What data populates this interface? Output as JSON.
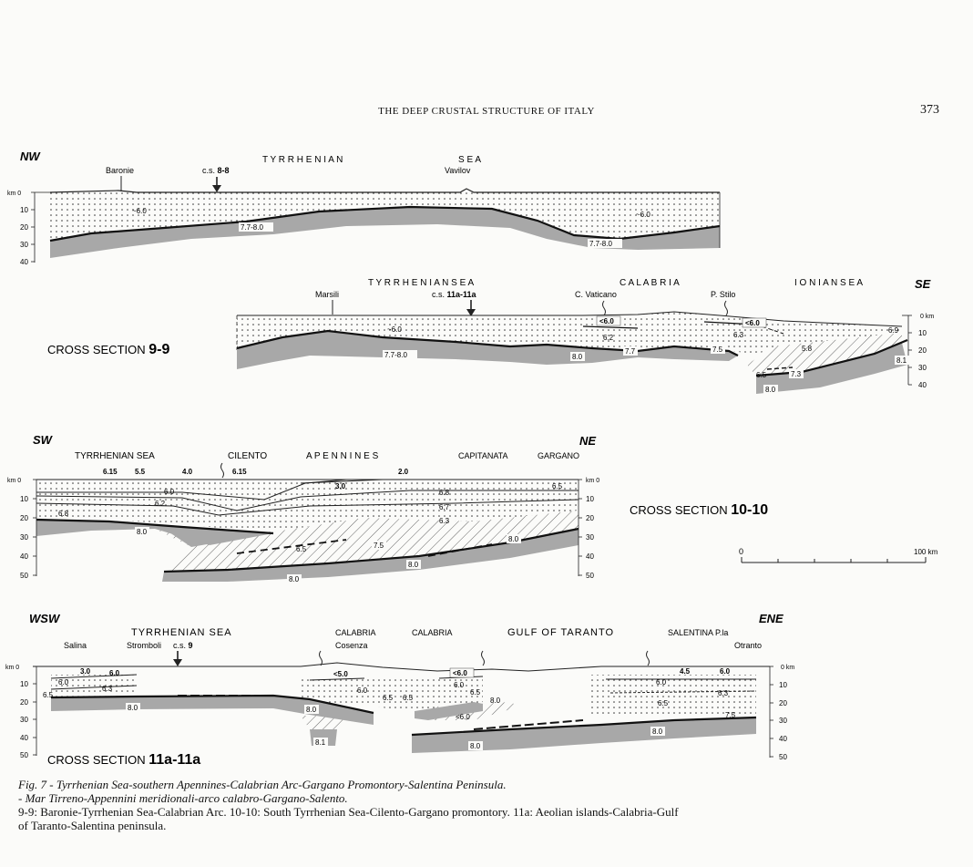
{
  "page": {
    "header_title": "THE DEEP CRUSTAL STRUCTURE OF ITALY",
    "page_number": "373"
  },
  "figure": {
    "cs9": {
      "label": "CROSS SECTION ",
      "label_num": "9-9",
      "upper": {
        "nw": "NW",
        "sea": "T Y R R H E N I A N",
        "sea2": "S E A",
        "baronie": "Baronie",
        "cs_ref_a": "c.s. ",
        "cs_ref_b": "8-8",
        "vavilov": "Vavilov",
        "depth_ticks": [
          "km 0",
          "10",
          "20",
          "30",
          "40"
        ],
        "vel_a": "~6.0",
        "vel_b": "~6.0",
        "vel_c": "7.7-8.0",
        "vel_d": "7.7-8.0"
      },
      "lower": {
        "title1": "T Y R R H E N I A N    S E A",
        "title2": "C A L A B R I A",
        "title3": "I O N I A N   S E A",
        "se": "SE",
        "marsili": "Marsili",
        "cs_ref_a": "c.s. ",
        "cs_ref_b": "11a-11a",
        "vaticano": "C. Vaticano",
        "stilo": "P. Stilo",
        "depth_ticks": [
          "0 km",
          "10",
          "20",
          "30",
          "40"
        ],
        "vels": [
          "~6.0",
          "<6.0",
          "6.2",
          "<6.0",
          "6.3",
          "6.9",
          "5.8",
          "7.7-8.0",
          "8.0",
          "7.7",
          "7.5",
          "6.5",
          "7.3",
          "8.1",
          "8.0"
        ]
      }
    },
    "cs10": {
      "label": "CROSS SECTION ",
      "label_num": "10-10",
      "sw": "SW",
      "ne": "NE",
      "tyrr": "TYRRHENIAN SEA",
      "cilento": "CILENTO",
      "apennines": "A P E N N I N E S",
      "capitanata": "CAPITANATA",
      "gargano": "GARGANO",
      "depth_ticks_left": [
        "km 0",
        "10",
        "20",
        "30",
        "40",
        "50"
      ],
      "depth_ticks_right": [
        "km 0",
        "10",
        "20",
        "30",
        "40",
        "50"
      ],
      "vels": [
        "6.15",
        "5.5",
        "4.0",
        "6.15",
        "2.0",
        "6.0",
        "3.0",
        "6.8",
        "6.5",
        "6.2",
        "6.7",
        "6.8",
        "6.3",
        "8.0",
        "6.5",
        "7.5",
        "8.0",
        "8.0",
        "8.0"
      ]
    },
    "scale": {
      "start": "0",
      "end": "100 km"
    },
    "cs11": {
      "label": "CROSS SECTION ",
      "label_num": "11a-11a",
      "wsw": "WSW",
      "ene": "ENE",
      "tyrr": "TYRRHENIAN SEA",
      "salina": "Salina",
      "stromboli": "Stromboli",
      "cs_ref_a": "c.s. ",
      "cs_ref_b": "9",
      "calabria1": "CALABRIA",
      "cosenza": "Cosenza",
      "calabria2": "CALABRIA",
      "gulf": "GULF OF TARANTO",
      "salentina": "SALENTINA P.la",
      "otranto": "Otranto",
      "depth_ticks_left": [
        "km 0",
        "10",
        "20",
        "30",
        "40",
        "50"
      ],
      "depth_ticks_right": [
        "0 km",
        "10",
        "20",
        "30",
        "40",
        "50"
      ],
      "vels": [
        "3.0",
        "6.0",
        "6.0",
        "6.3",
        "6.5",
        "8.0",
        "<5.0",
        "6.0",
        "6.5",
        "6.5",
        "<6.0",
        "6.0",
        "6.5",
        "8.0",
        "<6.0",
        "8.0",
        "8.1",
        "8.0",
        "4.5",
        "6.0",
        "6.0",
        "6.3",
        "6.5",
        "7.5",
        "8.0"
      ]
    }
  },
  "caption": {
    "line1": "Fig. 7 - Tyrrhenian Sea-southern Apennines-Calabrian Arc-Gargano Promontory-Salentina Peninsula.",
    "line2": "- Mar Tirreno-Appennini meridionali-arco calabro-Gargano-Salento.",
    "line3": "9-9: Baronie-Tyrrhenian Sea-Calabrian Arc. 10-10: South Tyrrhenian Sea-Cilento-Gargano promontory. 11a: Aeolian islands-Calabria-Gulf",
    "line4": "of Taranto-Salentina peninsula."
  }
}
